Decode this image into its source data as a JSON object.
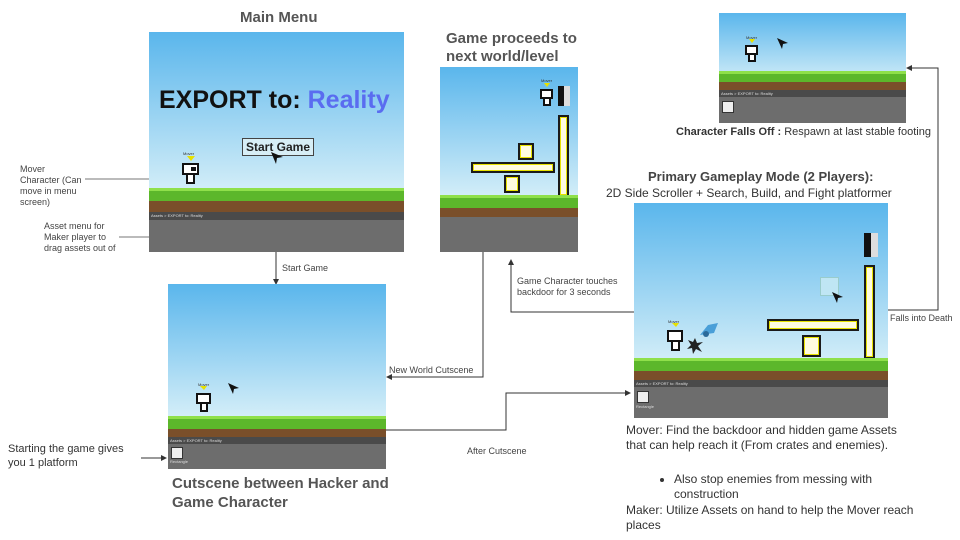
{
  "titles": {
    "main_menu": "Main Menu",
    "next_world": "Game proceeds to next world/level",
    "cutscene": "Cutscene between Hacker and Game Character",
    "gameplay_line1": "Primary Gameplay Mode (2 Players):",
    "gameplay_line2": "2D Side Scroller + Search, Build, and Fight platformer"
  },
  "falls_off": {
    "bold": "Character Falls Off :",
    "rest": " Respawn at last stable footing"
  },
  "screens": {
    "export_title_a": "EXPORT to:",
    "export_title_b": "Reality",
    "start_button": "Start Game",
    "asset_bar": "Assets > EXPORT to: Reality",
    "tag": "Mover",
    "item_label": "Rectangle"
  },
  "labels": {
    "mover_character": "Mover Character (Can move in menu screen)",
    "asset_menu": "Asset menu for Maker player to drag assets out of",
    "start_game": "Start Game",
    "new_world": "New World Cutscene",
    "backdoor": "Game Character touches backdoor for 3 seconds",
    "falls_death": "Falls into Death",
    "after_cutscene": "After Cutscene",
    "starting_game": "Starting the game gives you 1 platform"
  },
  "description": {
    "mover": "Mover: Find the backdoor and hidden game Assets that can help reach it (From crates and enemies).",
    "bullet": "Also stop enemies from messing with construction",
    "maker": "Maker: Utilize Assets on hand to help the Mover reach places"
  },
  "colors": {
    "sky_top": "#5ab6ec",
    "grass": "#5cb72b",
    "reality": "#5a6cf0"
  }
}
